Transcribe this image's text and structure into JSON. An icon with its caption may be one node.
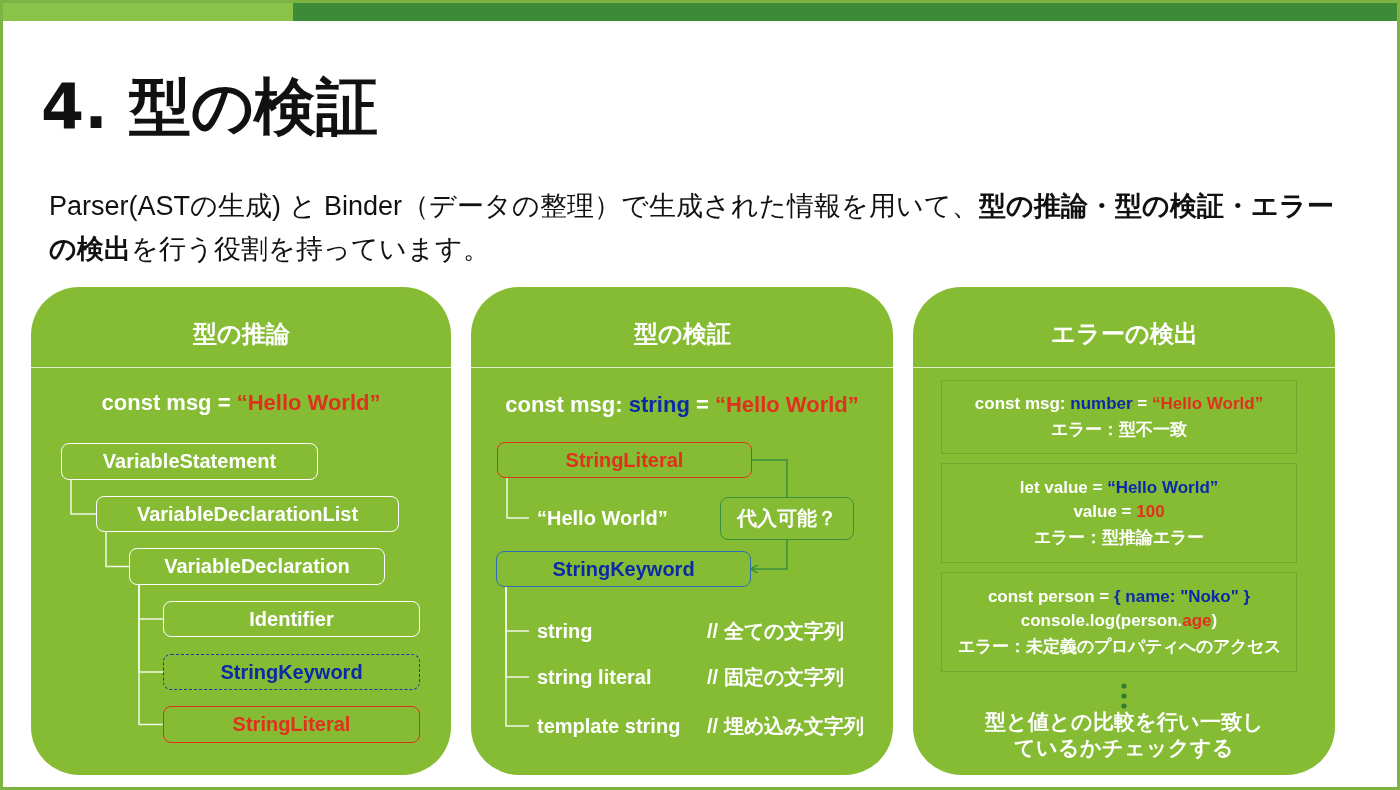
{
  "diagram": {
    "title": "4. 型の検証",
    "nodes": [
      {
        "text": [
          "型の推論",
          "const msg =",
          "“Hello World”"
        ]
      },
      {
        "text": [
          "VariableStatement"
        ],
        "in": 0
      },
      {
        "text": [
          "VariableDeclarationList"
        ],
        "in": 0
      },
      {
        "text": [
          "VariableDeclaration"
        ],
        "in": 0
      },
      {
        "text": [
          "Identifier"
        ],
        "in": 0
      },
      {
        "text": [
          "StringKeyword"
        ],
        "in": 0
      },
      {
        "text": [
          "StringLiteral"
        ],
        "in": 0
      },
      {
        "text": [
          "型の検証",
          "const msg:",
          "string",
          "=",
          "“Hello World”"
        ]
      },
      {
        "text": [
          "StringLiteral"
        ],
        "in": 7
      },
      {
        "text": [
          "“Hello World”"
        ],
        "in": 7
      },
      {
        "text": [
          "代入可能？"
        ],
        "in": 7
      },
      {
        "text": [
          "StringKeyword"
        ],
        "in": 7
      },
      {
        "text": [
          "string",
          "// 全ての文字列"
        ],
        "in": 7
      },
      {
        "text": [
          "string literal",
          "// 固定の文字列"
        ],
        "in": 7
      },
      {
        "text": [
          "template string",
          "// 埋め込み文字列"
        ],
        "in": 7
      },
      {
        "text": [
          "エラーの検出",
          "型と値との比較を行い一致しているかチェックする"
        ]
      },
      {
        "text": [
          "const msg:",
          "number",
          "=",
          "“Hello World”",
          "エラー：型不一致"
        ],
        "in": 15
      },
      {
        "text": [
          "let value =",
          "“Hello World”",
          "value =",
          "100",
          "エラー：型推論エラー"
        ],
        "in": 15
      },
      {
        "text": [
          "const person =",
          "{ name: \"Noko\" }",
          "console.log(person.",
          "age",
          ")",
          "エラー：未定義のプロパティへのアクセス"
        ],
        "in": 15
      }
    ],
    "edges": [
      {
        "from": 1,
        "to": 2,
        "arrow": "none"
      },
      {
        "from": 2,
        "to": 3,
        "arrow": "none"
      },
      {
        "from": 3,
        "to": 4,
        "arrow": "none"
      },
      {
        "from": 3,
        "to": 5,
        "arrow": "none"
      },
      {
        "from": 3,
        "to": 6,
        "arrow": "none"
      },
      {
        "from": 8,
        "to": 9,
        "arrow": "none"
      },
      {
        "from": 8,
        "to": 10,
        "arrow": "none",
        "color": "#3a8f3a"
      },
      {
        "from": 10,
        "to": 11,
        "arrow": "to",
        "color": "#3a8f3a"
      },
      {
        "from": 11,
        "to": 12,
        "arrow": "none"
      },
      {
        "from": 11,
        "to": 13,
        "arrow": "none"
      },
      {
        "from": 11,
        "to": 14,
        "arrow": "none"
      }
    ],
    "labels": [
      "Parser(ASTの生成) と Binder（データの整理）で生成された情報を用いて、**型の推論・型の検証・エラーの検出**を行う役割を持っています。"
    ]
  }
}
